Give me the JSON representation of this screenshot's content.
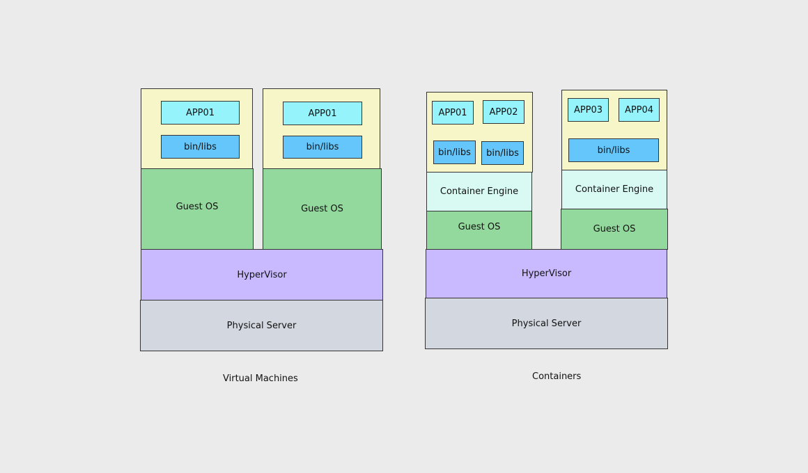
{
  "virtual_machines": {
    "caption": "Virtual Machines",
    "vm1": {
      "app": "APP01",
      "libs": "bin/libs",
      "guest_os": "Guest OS"
    },
    "vm2": {
      "app": "APP01",
      "libs": "bin/libs",
      "guest_os": "Guest OS"
    },
    "hypervisor": "HyperVisor",
    "physical_server": "Physical Server"
  },
  "containers": {
    "caption": "Containers",
    "host1": {
      "app1": "APP01",
      "app2": "APP02",
      "libs1": "bin/libs",
      "libs2": "bin/libs",
      "engine": "Container Engine",
      "guest_os": "Guest OS"
    },
    "host2": {
      "app1": "APP03",
      "app2": "APP04",
      "libs": "bin/libs",
      "engine": "Container Engine",
      "guest_os": "Guest OS"
    },
    "hypervisor": "HyperVisor",
    "physical_server": "Physical Server"
  }
}
